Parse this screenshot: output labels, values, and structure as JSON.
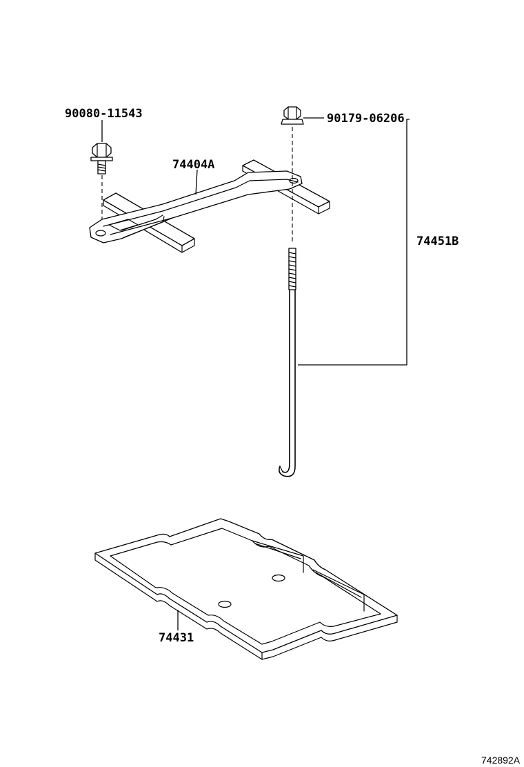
{
  "parts": {
    "bolt": "90080-11543",
    "nut": "90179-06206",
    "clamp": "74404A",
    "rod": "74451B",
    "tray": "74431"
  },
  "illustration_ref": "742892A"
}
